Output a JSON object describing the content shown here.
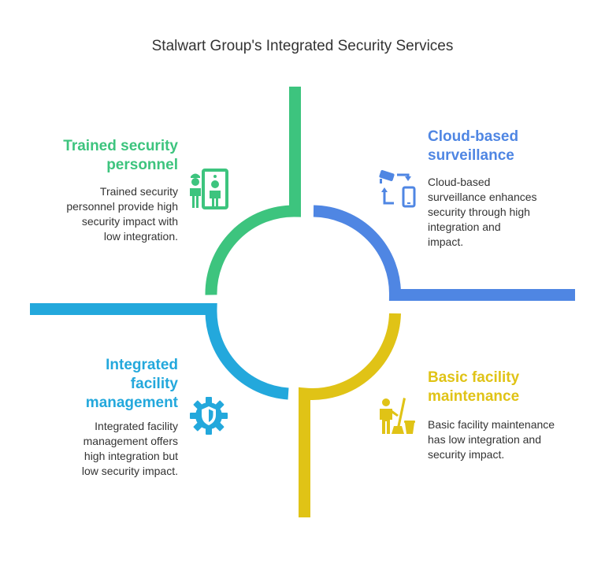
{
  "title": "Stalwart Group's Integrated Security Services",
  "colors": {
    "green": "#3DC47E",
    "blue": "#4F86E3",
    "cyan": "#23A8DC",
    "yellow": "#E0C316"
  },
  "quadrants": {
    "top_left": {
      "heading_line1": "Trained security",
      "heading_line2": "personnel",
      "desc_line1": "Trained security",
      "desc_line2": "personnel provide high",
      "desc_line3": "security impact with",
      "desc_line4": "low integration.",
      "icon": "security-guard-scanner-icon"
    },
    "top_right": {
      "heading_line1": "Cloud-based",
      "heading_line2": "surveillance",
      "desc_line1": "Cloud-based",
      "desc_line2": "surveillance enhances",
      "desc_line3": "security through high",
      "desc_line4": "integration and",
      "desc_line5": "impact.",
      "icon": "camera-phone-sync-icon"
    },
    "bottom_left": {
      "heading_line1": "Integrated",
      "heading_line2": "facility",
      "heading_line3": "management",
      "desc_line1": "Integrated facility",
      "desc_line2": "management offers",
      "desc_line3": "high integration but",
      "desc_line4": "low security impact.",
      "icon": "shield-gear-icon"
    },
    "bottom_right": {
      "heading_line1": "Basic facility",
      "heading_line2": "maintenance",
      "desc_line1": "Basic facility maintenance",
      "desc_line2": "has low integration and",
      "desc_line3": "security impact.",
      "icon": "janitor-broom-icon"
    }
  }
}
